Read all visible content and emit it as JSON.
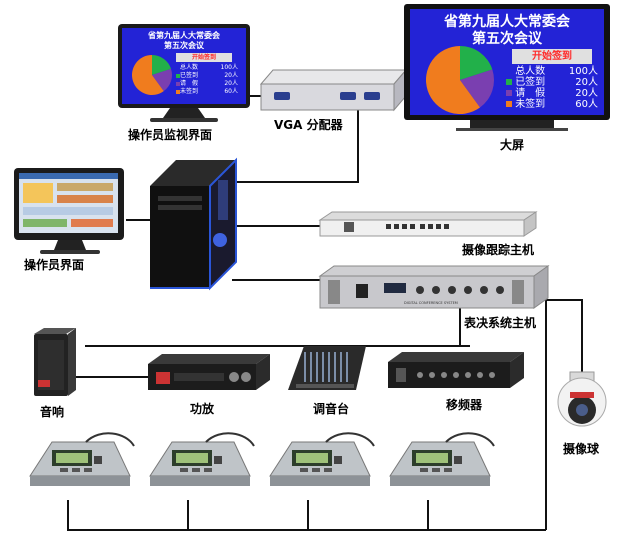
{
  "monitor_screen": {
    "title_line1": "省第九届人大常委会",
    "title_line2": "第五次会议",
    "bar_label": "开始签到",
    "stats": [
      {
        "label": "总人数",
        "value": "100人"
      },
      {
        "label": "已签到",
        "value": "20人"
      },
      {
        "label": "请　假",
        "value": "20人"
      },
      {
        "label": "未签到",
        "value": "60人"
      }
    ]
  },
  "big_screen": {
    "title_line1": "省第九届人大常委会",
    "title_line2": "第五次会议",
    "bar_label": "开始签到",
    "stats": [
      {
        "label": "总人数",
        "value": "100人"
      },
      {
        "label": "已签到",
        "value": "20人"
      },
      {
        "label": "请　假",
        "value": "20人"
      },
      {
        "label": "未签到",
        "value": "60人"
      }
    ]
  },
  "pie_colors": {
    "present": "#22b04a",
    "leave": "#7a3fb0",
    "absent": "#f07c1e",
    "marker_total": "#ffffff"
  },
  "labels": {
    "monitor": "操作员监视界面",
    "vga": "VGA 分配器",
    "big_screen": "大屏",
    "operator": "操作员界面",
    "tracking_host": "摄像跟踪主机",
    "voting_host": "表决系统主机",
    "speaker": "音响",
    "amplifier": "功放",
    "mixer": "调音台",
    "frequency_shifter": "移频器",
    "camera": "摄像球"
  },
  "device_text": {
    "voting_host_panel": "DIGITAL CONFERENCE SYSTEM"
  }
}
